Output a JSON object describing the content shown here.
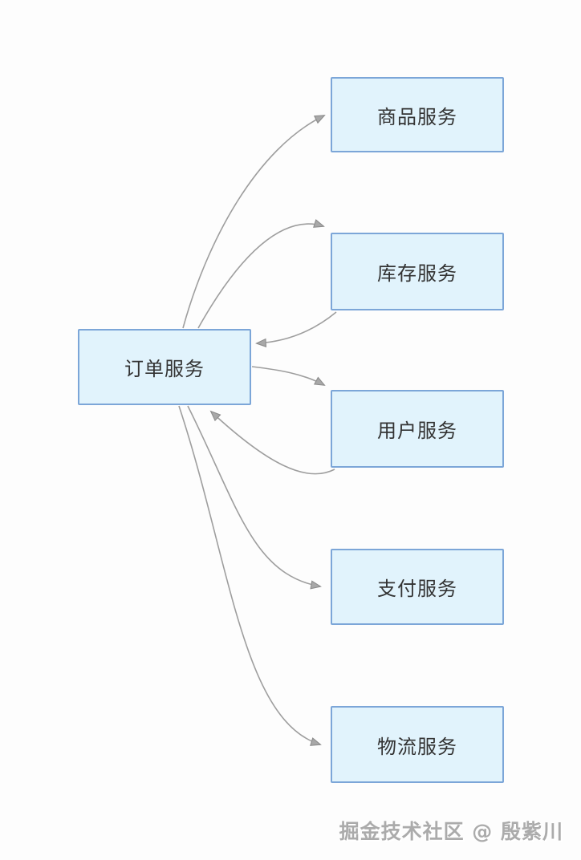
{
  "diagram": {
    "title": "microservices-call-diagram",
    "nodes": [
      {
        "id": "order-service",
        "label": "订单服务",
        "role": "center"
      },
      {
        "id": "product-service",
        "label": "商品服务"
      },
      {
        "id": "inventory-service",
        "label": "库存服务"
      },
      {
        "id": "user-service",
        "label": "用户服务"
      },
      {
        "id": "payment-service",
        "label": "支付服务"
      },
      {
        "id": "logistics-service",
        "label": "物流服务"
      }
    ],
    "edges": [
      {
        "from": "order-service",
        "to": "product-service"
      },
      {
        "from": "order-service",
        "to": "inventory-service"
      },
      {
        "from": "inventory-service",
        "to": "order-service"
      },
      {
        "from": "order-service",
        "to": "user-service"
      },
      {
        "from": "user-service",
        "to": "order-service"
      },
      {
        "from": "order-service",
        "to": "payment-service"
      },
      {
        "from": "order-service",
        "to": "logistics-service"
      }
    ],
    "colors": {
      "node_fill": "#e1f3fc",
      "node_border": "#7ca6d8",
      "edge": "#9e9e9e",
      "arrowhead_fill": "#a8a8a8",
      "arrowhead_stroke": "#8b8b8b",
      "text": "#333333",
      "background": "#fdfdfd"
    }
  },
  "watermark": {
    "text": "掘金技术社区 @ 殷紫川"
  }
}
